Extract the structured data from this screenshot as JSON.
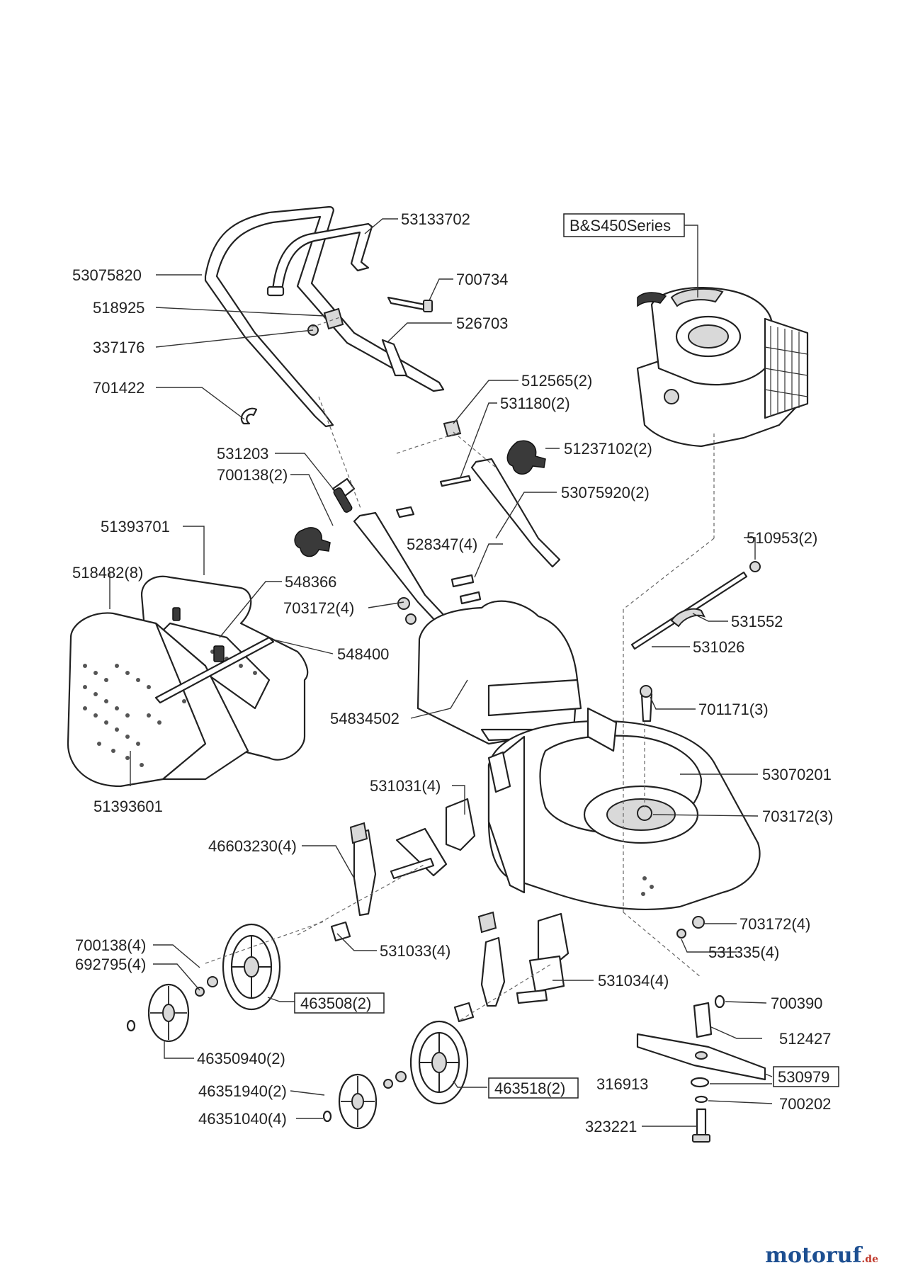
{
  "labels": {
    "engine_series": "B&S450Series",
    "handle_upper": "53133702",
    "handle_lower": "53075820",
    "screw_700734": "700734",
    "clamp_518925": "518925",
    "bushing_526703": "526703",
    "nut_337176": "337176",
    "clip_701422": "701422",
    "cap_512565": "512565(2)",
    "bolt_531180": "531180(2)",
    "knob_51237102": "51237102(2)",
    "lever_531203": "531203",
    "washer_700138_2": "700138(2)",
    "bar_53075920": "53075920(2)",
    "bag_frame_51393701": "51393701",
    "screw_518482": "518482(8)",
    "rod_548366": "548366",
    "screw_528347": "528347(4)",
    "rod_548400": "548400",
    "nut_703172_4a": "703172(4)",
    "nut_510953": "510953(2)",
    "spring_531552": "531552",
    "rod_531026": "531026",
    "flap_54834502": "54834502",
    "bolt_701171": "701171(3)",
    "bag_51393601": "51393601",
    "deck_53070201": "53070201",
    "nut_703172_3": "703172(3)",
    "bracket_531031": "531031(4)",
    "lever_46603230": "46603230(4)",
    "nut_703172_4b": "703172(4)",
    "washer_700138_4": "700138(4)",
    "bolt_531033": "531033(4)",
    "washer_531335": "531335(4)",
    "nut_692795": "692795(4)",
    "axle_531034": "531034(4)",
    "wheel_463508": "463508(2)",
    "clip_700390": "700390",
    "hubcap_46350940": "46350940(2)",
    "adapter_512427": "512427",
    "hubcap_46351940": "46351940(2)",
    "washer_316913": "316913",
    "blade_530979": "530979",
    "wheel_463518": "463518(2)",
    "washer_700202": "700202",
    "cap_46351040": "46351040(4)",
    "bolt_323221": "323221"
  },
  "brand": {
    "name": "motoruf",
    "tld": ".de"
  }
}
